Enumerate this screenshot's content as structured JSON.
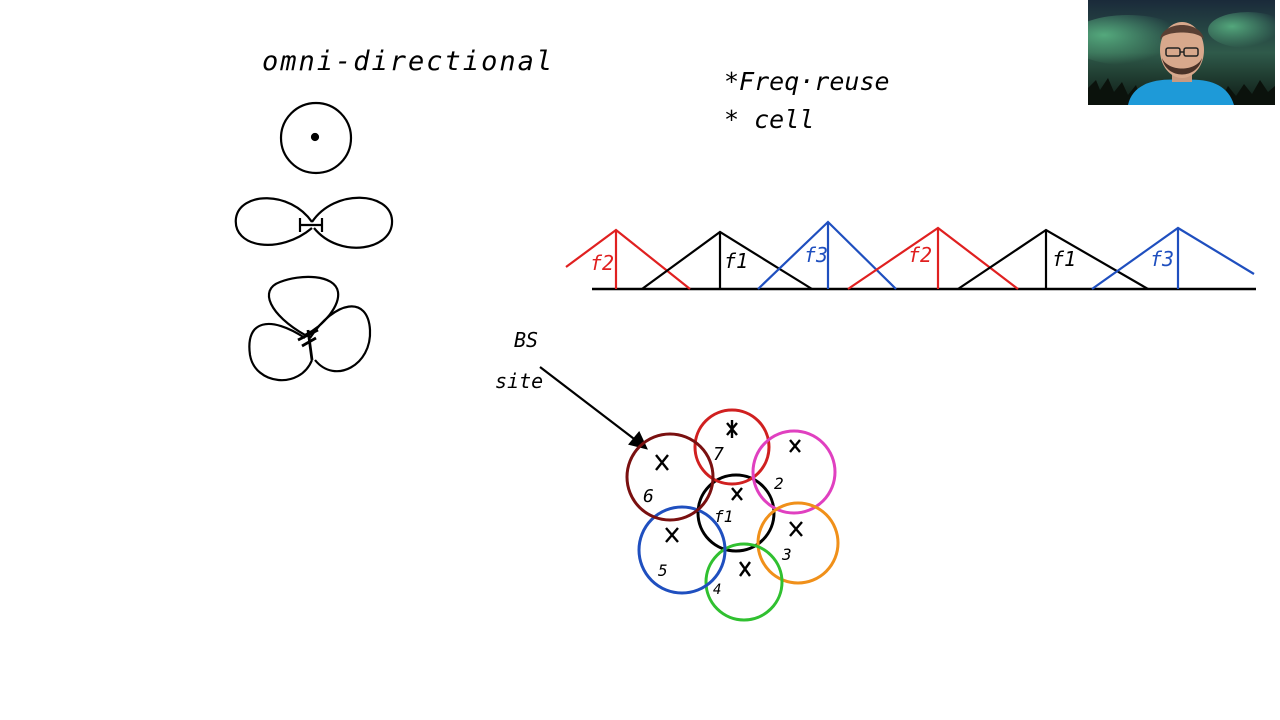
{
  "whiteboard": {
    "title": "omni-directional",
    "notes": [
      "*Freq·reuse",
      "* cell"
    ],
    "bs_label": "BS",
    "site_label": "site",
    "spectrum_labels": [
      {
        "text": "f2",
        "color": "#e02020"
      },
      {
        "text": "f1",
        "color": "#000000"
      },
      {
        "text": "f3",
        "color": "#1f4fbf"
      },
      {
        "text": "f2",
        "color": "#e02020"
      },
      {
        "text": "f1",
        "color": "#000000"
      },
      {
        "text": "f3",
        "color": "#1f4fbf"
      }
    ],
    "cells": [
      {
        "color": "#000000",
        "number": "f1"
      },
      {
        "color": "#d02020",
        "number": "7"
      },
      {
        "color": "#e040c0",
        "number": "2"
      },
      {
        "color": "#f0901a",
        "number": "3"
      },
      {
        "color": "#30c030",
        "number": "4"
      },
      {
        "color": "#1f4fbf",
        "number": "5"
      },
      {
        "color": "#7a1010",
        "number": "6"
      }
    ]
  },
  "colors": {
    "background": "#ffffff",
    "ink": "#000000",
    "red": "#e02020",
    "blue": "#1f4fbf"
  },
  "webcam": {
    "description_icon": "presenter-webcam"
  }
}
